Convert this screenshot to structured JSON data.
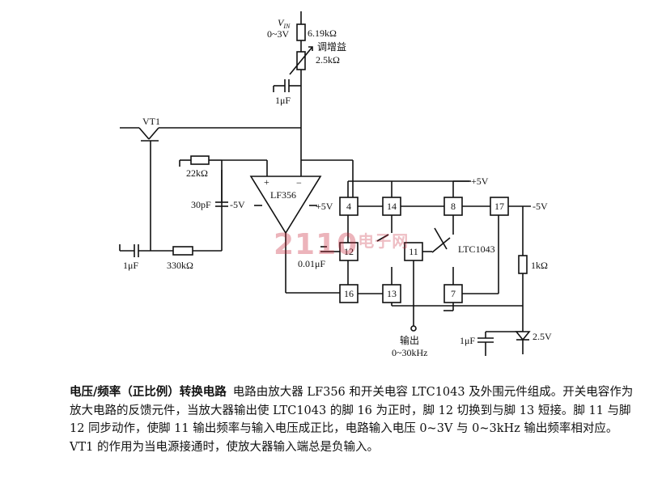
{
  "labels": {
    "vin": "V",
    "vin_sub": "IN",
    "vin_range": "0~3V",
    "r_6k19": "6.19kΩ",
    "gain_adj": "调增益",
    "r_2k5": "2.5kΩ",
    "c_1uf_top": "1μF",
    "vt1": "VT1",
    "r_22k": "22kΩ",
    "c_30pf": "30pF",
    "minus5v_op": "-5V",
    "opamp": "LF356",
    "plus_sign": "+",
    "minus_sign": "−",
    "plus5v_op": "+5V",
    "plus5v_top": "+5V",
    "minus5v_right": "-5V",
    "c_0_01uf": "0.01μF",
    "c_1uf_left": "1μF",
    "r_330k": "330kΩ",
    "ic": "LTC1043",
    "r_1k": "1kΩ",
    "output": "输出",
    "output_range": "0~30kHz",
    "c_1uf_right": "1μF",
    "zener": "2.5V"
  },
  "pins": [
    "4",
    "14",
    "8",
    "17",
    "12",
    "11",
    "16",
    "13",
    "7"
  ],
  "watermark": {
    "main": "2110",
    "sub": "电子网"
  },
  "caption": {
    "title": "电压/频率（正比例）转换电路",
    "body": "电路由放大器 LF356 和开关电容 LTC1043 及外围元件组成。开关电容作为放大电路的反馈元件，当放大器输出使 LTC1043 的脚 16 为正时，脚 12 切换到与脚 13 短接。脚 11 与脚 12 同步动作，使脚 11 输出频率与输入电压成正比，电路输入电压 0~3V 与 0~3kHz 输出频率相对应。VT1 的作用为当电源接通时，使放大器输入端总是负输入。"
  }
}
